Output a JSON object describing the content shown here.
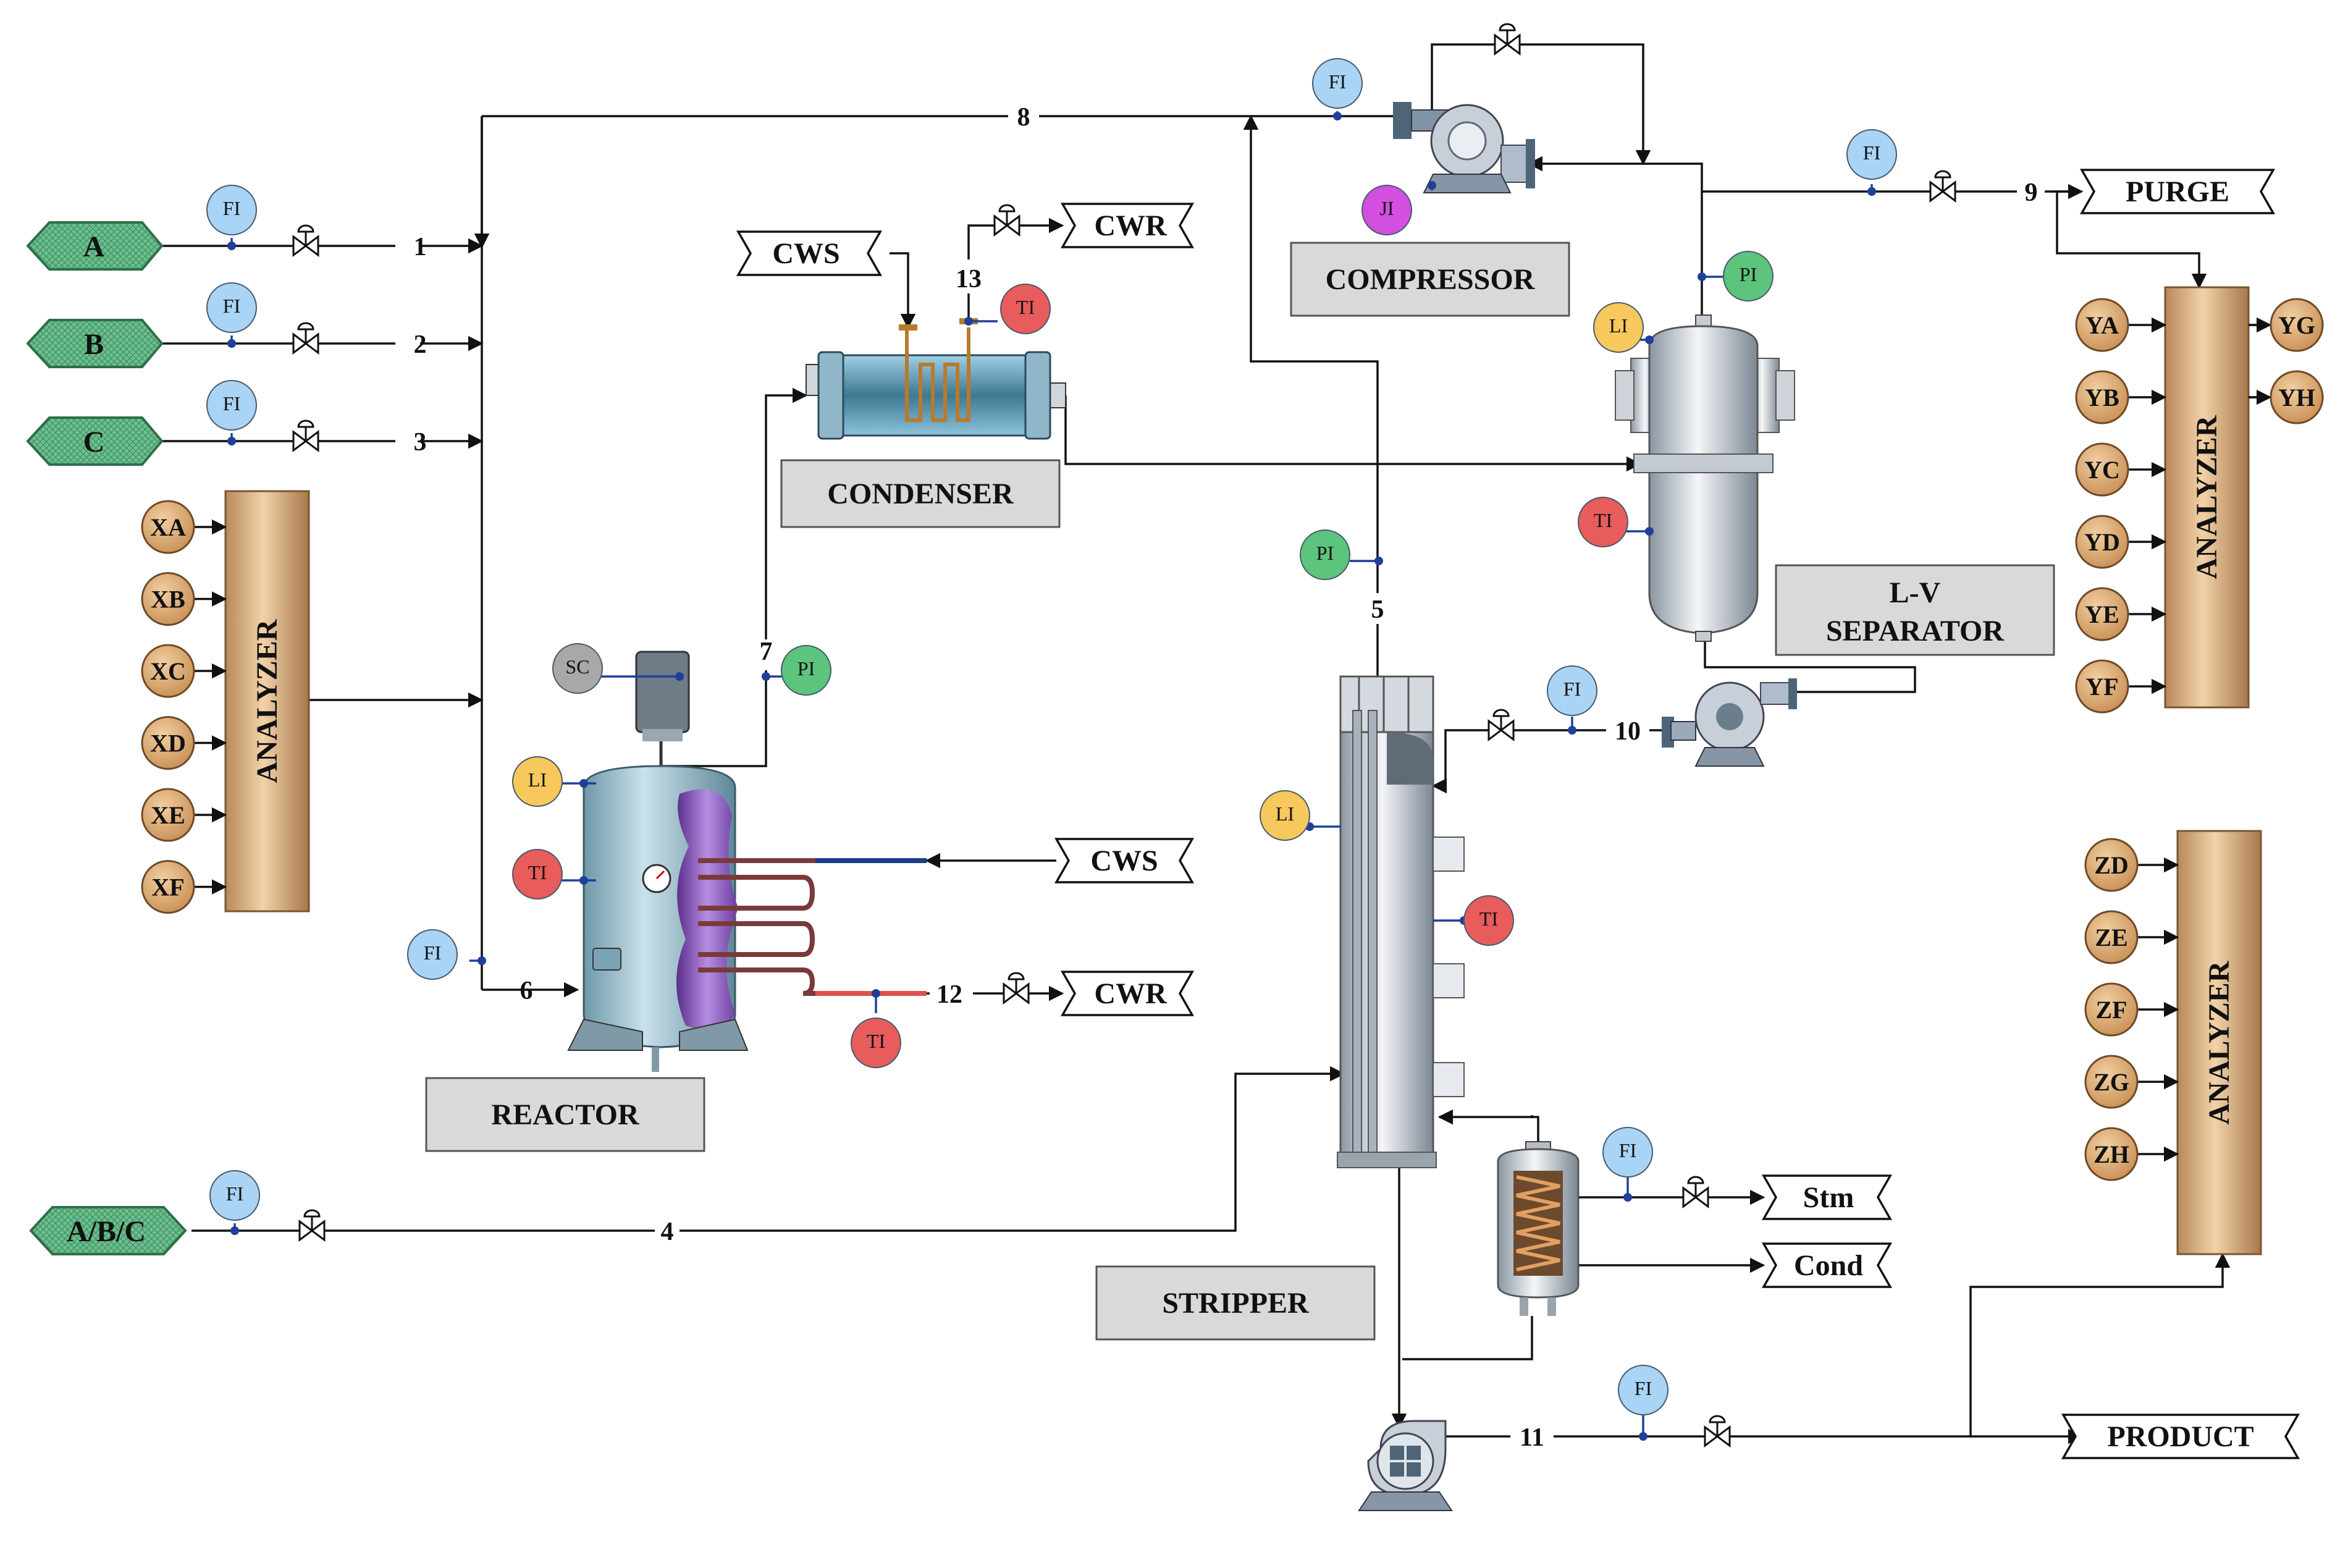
{
  "feeds": {
    "a": "A",
    "b": "B",
    "c": "C",
    "abc": "A/B/C"
  },
  "streams": {
    "s1": "1",
    "s2": "2",
    "s3": "3",
    "s4": "4",
    "s5": "5",
    "s6": "6",
    "s7": "7",
    "s8": "8",
    "s9": "9",
    "s10": "10",
    "s11": "11",
    "s12": "12",
    "s13": "13"
  },
  "equipment": {
    "reactor": "REACTOR",
    "condenser": "CONDENSER",
    "compressor": "COMPRESSOR",
    "separator_line1": "L-V",
    "separator_line2": "SEPARATOR",
    "stripper": "STRIPPER",
    "analyzer": "ANALYZER"
  },
  "utilities": {
    "cws": "CWS",
    "cwr": "CWR",
    "stm": "Stm",
    "cond": "Cond",
    "purge": "PURGE",
    "product": "PRODUCT"
  },
  "instruments": {
    "fi": "FI",
    "ti": "TI",
    "li": "LI",
    "pi": "PI",
    "sc": "SC",
    "ji": "JI"
  },
  "analyzer_x": [
    "XA",
    "XB",
    "XC",
    "XD",
    "XE",
    "XF"
  ],
  "analyzer_y_in": [
    "YA",
    "YB",
    "YC",
    "YD",
    "YE",
    "YF"
  ],
  "analyzer_y_out": [
    "YG",
    "YH"
  ],
  "analyzer_z": [
    "ZD",
    "ZE",
    "ZF",
    "ZG",
    "ZH"
  ],
  "colors": {
    "feed_green": "#66bb88",
    "fi_blue": "#a9d4f5",
    "ti_red": "#e85c5c",
    "li_yellow": "#f7c85c",
    "pi_green": "#5cc47c",
    "ji_magenta": "#d24fe0",
    "sc_gray": "#a8a8a8",
    "analyzer_brown": "#d9a773",
    "analyzer_tag": "#e0b27e"
  }
}
